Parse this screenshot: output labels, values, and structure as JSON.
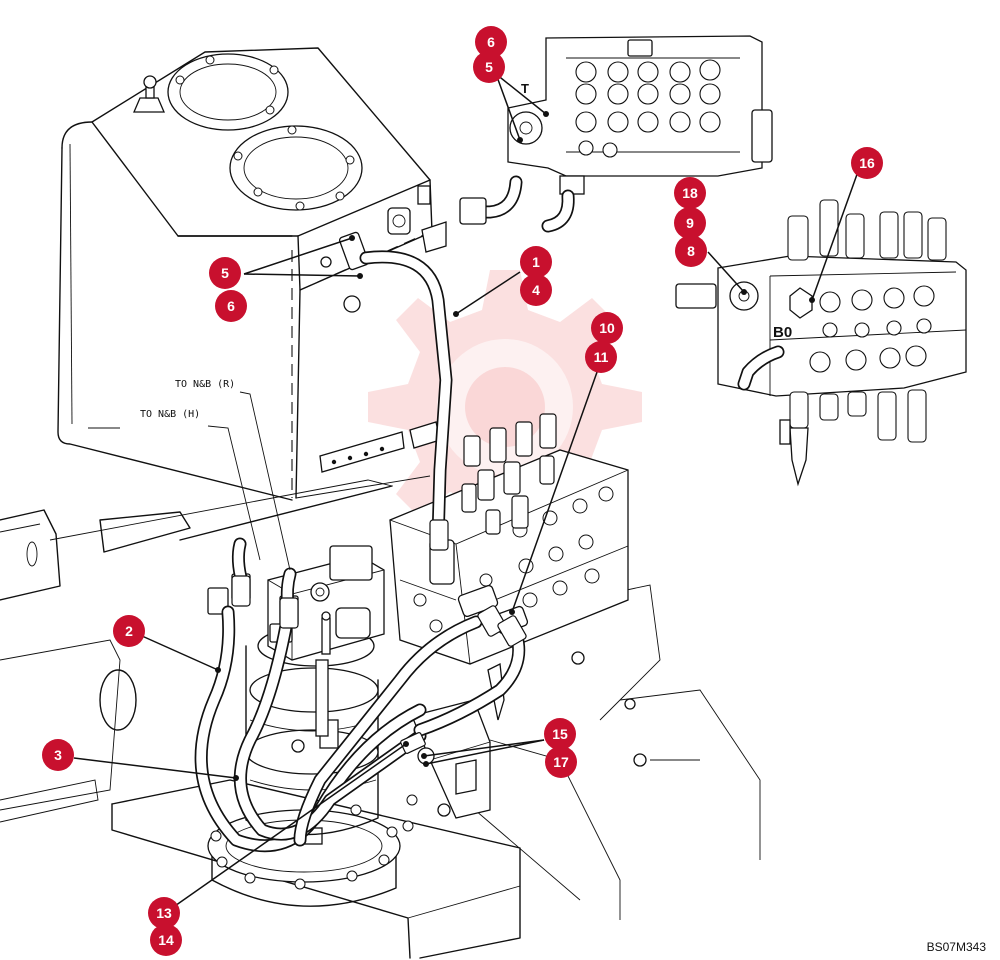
{
  "diagram": {
    "drawing_code": "BS07M343",
    "port_labels": {
      "t_port": "T",
      "b0_port": "B0"
    },
    "hose_notes": {
      "to_nb_r": "TO N&B (R)",
      "to_nb_h": "TO N&B (H)"
    },
    "callouts": {
      "c6_top": "6",
      "c5_top": "5",
      "c5_left": "5",
      "c6_left": "6",
      "c1": "1",
      "c4": "4",
      "c10": "10",
      "c11": "11",
      "c16": "16",
      "c18": "18",
      "c9": "9",
      "c8": "8",
      "c2": "2",
      "c3": "3",
      "c15": "15",
      "c17": "17",
      "c13": "13",
      "c14": "14"
    },
    "colors": {
      "callout": "#c8102e",
      "linework": "#111111",
      "watermark": "#f3a7a7"
    }
  }
}
